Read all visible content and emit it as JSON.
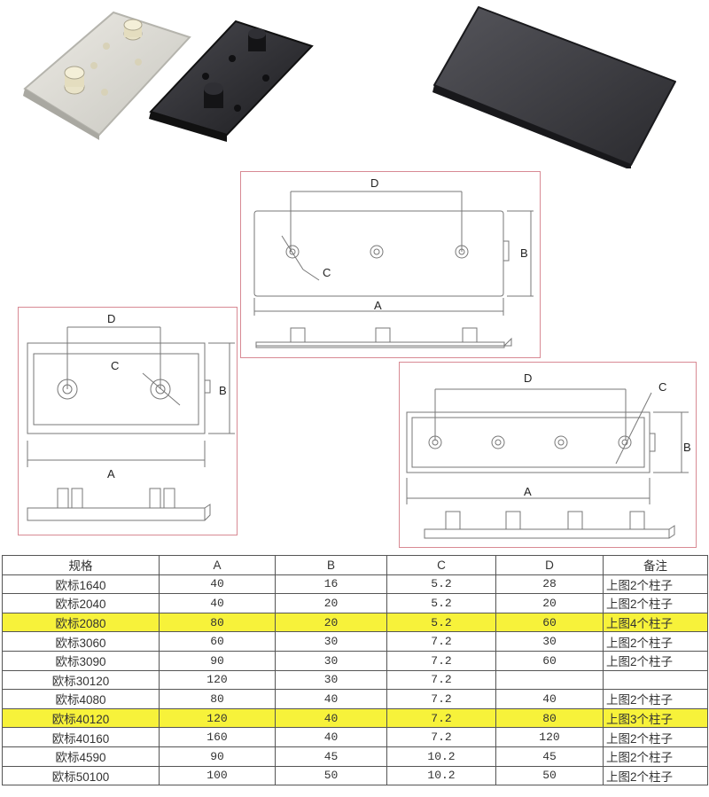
{
  "photos": {
    "items": [
      {
        "name": "grey-end-cap",
        "color": "#d9d8d2"
      },
      {
        "name": "black-end-cap-back",
        "color": "#2b2b2e"
      },
      {
        "name": "black-end-cap-front",
        "color": "#3a3a3f"
      }
    ]
  },
  "drawings": {
    "top": {
      "labels": {
        "d": "D",
        "c": "C",
        "b": "B",
        "a": "A"
      }
    },
    "left": {
      "labels": {
        "d": "D",
        "c": "C",
        "b": "B",
        "a": "A"
      }
    },
    "right": {
      "labels": {
        "d": "D",
        "c": "C",
        "b": "B",
        "a": "A"
      }
    },
    "frame_color": "#d88a94"
  },
  "table": {
    "headers": [
      "规格",
      "A",
      "B",
      "C",
      "D",
      "备注"
    ],
    "highlight_color": "#f7f23a",
    "rows": [
      {
        "spec": "欧标1640",
        "a": "40",
        "b": "16",
        "c": "5.2",
        "d": "28",
        "note": "上图2个柱子",
        "highlight": false
      },
      {
        "spec": "欧标2040",
        "a": "40",
        "b": "20",
        "c": "5.2",
        "d": "20",
        "note": "上图2个柱子",
        "highlight": false
      },
      {
        "spec": "欧标2080",
        "a": "80",
        "b": "20",
        "c": "5.2",
        "d": "60",
        "note": "上图4个柱子",
        "highlight": true
      },
      {
        "spec": "欧标3060",
        "a": "60",
        "b": "30",
        "c": "7.2",
        "d": "30",
        "note": "上图2个柱子",
        "highlight": false
      },
      {
        "spec": "欧标3090",
        "a": "90",
        "b": "30",
        "c": "7.2",
        "d": "60",
        "note": "上图2个柱子",
        "highlight": false
      },
      {
        "spec": "欧标30120",
        "a": "120",
        "b": "30",
        "c": "7.2",
        "d": "",
        "note": "",
        "highlight": false
      },
      {
        "spec": "欧标4080",
        "a": "80",
        "b": "40",
        "c": "7.2",
        "d": "40",
        "note": "上图2个柱子",
        "highlight": false
      },
      {
        "spec": "欧标40120",
        "a": "120",
        "b": "40",
        "c": "7.2",
        "d": "80",
        "note": "上图3个柱子",
        "highlight": true
      },
      {
        "spec": "欧标40160",
        "a": "160",
        "b": "40",
        "c": "7.2",
        "d": "120",
        "note": "上图2个柱子",
        "highlight": false
      },
      {
        "spec": "欧标4590",
        "a": "90",
        "b": "45",
        "c": "10.2",
        "d": "45",
        "note": "上图2个柱子",
        "highlight": false
      },
      {
        "spec": "欧标50100",
        "a": "100",
        "b": "50",
        "c": "10.2",
        "d": "50",
        "note": "上图2个柱子",
        "highlight": false
      }
    ]
  }
}
